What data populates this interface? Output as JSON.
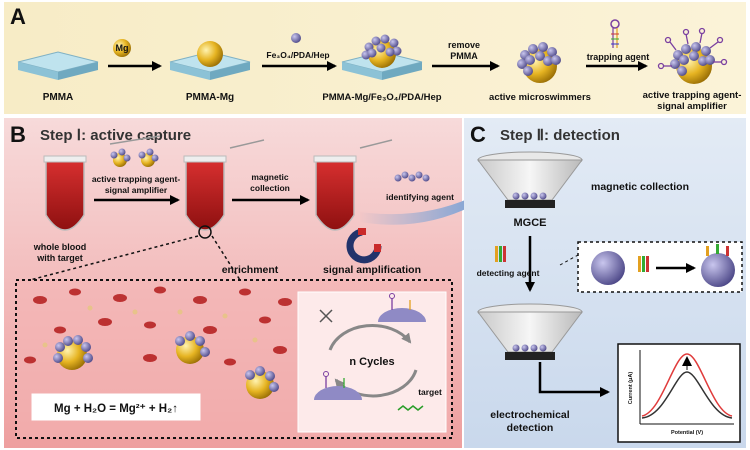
{
  "panel_a": {
    "label": "A",
    "arrow1_label": "Mg",
    "arrow2_label": "Fe₃O₄/PDA/Hep",
    "arrow3_label_line1": "remove",
    "arrow3_label_line2": "PMMA",
    "arrow4_label": "trapping agent",
    "stage1": "PMMA",
    "stage2": "PMMA-Mg",
    "stage3": "PMMA-Mg/Fe₃O₄/PDA/Hep",
    "stage4": "active microswimmers",
    "stage5_line1": "active trapping agent-",
    "stage5_line2": "signal amplifier"
  },
  "panel_b": {
    "label": "B",
    "title": "Step Ⅰ: active capture",
    "arrow1_line1": "active trapping agent-",
    "arrow1_line2": "signal amplifier",
    "arrow2_line1": "magnetic",
    "arrow2_line2": "collection",
    "identifying_agent": "identifying agent",
    "sample_line1": "whole blood",
    "sample_line2": "with target",
    "enrichment": "enrichment",
    "signal_amplification": "signal amplification",
    "cycles": "n Cycles",
    "target": "target",
    "reaction": "Mg + H₂O = Mg²⁺ + H₂↑"
  },
  "panel_c": {
    "label": "C",
    "title": "Step Ⅱ: detection",
    "magnetic_collection": "magnetic collection",
    "electrode": "MGCE",
    "detecting_agent": "detecting agent",
    "detection_line1": "electrochemical",
    "detection_line2": "detection",
    "plot_ylabel": "Current (μA)",
    "plot_xlabel": "Potential (V)"
  },
  "colors": {
    "panel_a_bg": "#f5e6b8",
    "panel_b_bg": "#f2b8b8",
    "panel_c_bg": "#d7e3f1",
    "mg_gold": "#e6b422",
    "particle_purple": "#6e6aa8",
    "blood_red": "#b31b1b",
    "curve_red": "#e03b3b",
    "curve_dark": "#333333"
  }
}
